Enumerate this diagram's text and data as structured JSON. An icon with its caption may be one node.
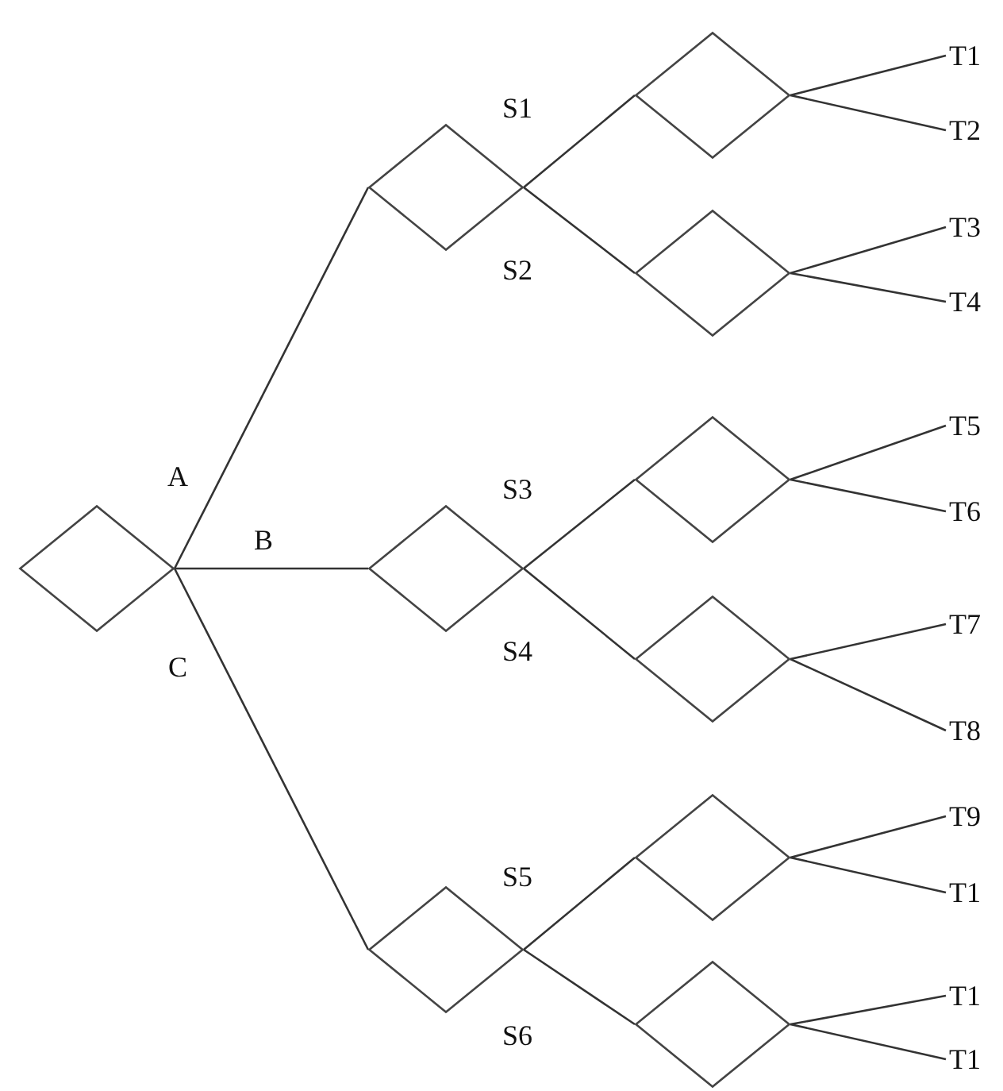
{
  "diagram": {
    "nodes": [
      {
        "text": [],
        "shape": "diamond"
      },
      {
        "text": [],
        "shape": "diamond"
      },
      {
        "text": [],
        "shape": "diamond"
      },
      {
        "text": [],
        "shape": "diamond"
      },
      {
        "text": [],
        "shape": "diamond"
      },
      {
        "text": [],
        "shape": "diamond"
      },
      {
        "text": [],
        "shape": "diamond"
      },
      {
        "text": [],
        "shape": "diamond"
      },
      {
        "text": [],
        "shape": "diamond"
      },
      {
        "text": [],
        "shape": "diamond"
      },
      {
        "text": [
          "T1"
        ]
      },
      {
        "text": [
          "T2"
        ]
      },
      {
        "text": [
          "T3"
        ]
      },
      {
        "text": [
          "T4"
        ]
      },
      {
        "text": [
          "T5"
        ]
      },
      {
        "text": [
          "T6"
        ]
      },
      {
        "text": [
          "T7"
        ]
      },
      {
        "text": [
          "T8"
        ]
      },
      {
        "text": [
          "T9"
        ]
      },
      {
        "text": [
          "T1"
        ]
      },
      {
        "text": [
          "T1"
        ]
      },
      {
        "text": [
          "T1"
        ]
      }
    ],
    "edges": [
      {
        "from": 0,
        "to": 1,
        "arrow": "none",
        "label": "A"
      },
      {
        "from": 0,
        "to": 2,
        "arrow": "none",
        "label": "B"
      },
      {
        "from": 0,
        "to": 3,
        "arrow": "none",
        "label": "C"
      },
      {
        "from": 1,
        "to": 4,
        "arrow": "none",
        "label": "S1"
      },
      {
        "from": 1,
        "to": 5,
        "arrow": "none",
        "label": "S2"
      },
      {
        "from": 2,
        "to": 6,
        "arrow": "none",
        "label": "S3"
      },
      {
        "from": 2,
        "to": 7,
        "arrow": "none",
        "label": "S4"
      },
      {
        "from": 3,
        "to": 8,
        "arrow": "none",
        "label": "S5"
      },
      {
        "from": 3,
        "to": 9,
        "arrow": "none",
        "label": "S6"
      },
      {
        "from": 4,
        "to": 10,
        "arrow": "none"
      },
      {
        "from": 4,
        "to": 11,
        "arrow": "none"
      },
      {
        "from": 5,
        "to": 12,
        "arrow": "none"
      },
      {
        "from": 5,
        "to": 13,
        "arrow": "none"
      },
      {
        "from": 6,
        "to": 14,
        "arrow": "none"
      },
      {
        "from": 6,
        "to": 15,
        "arrow": "none"
      },
      {
        "from": 7,
        "to": 16,
        "arrow": "none"
      },
      {
        "from": 7,
        "to": 17,
        "arrow": "none"
      },
      {
        "from": 8,
        "to": 18,
        "arrow": "none"
      },
      {
        "from": 8,
        "to": 19,
        "arrow": "none"
      },
      {
        "from": 9,
        "to": 20,
        "arrow": "none"
      },
      {
        "from": 9,
        "to": 21,
        "arrow": "none"
      }
    ]
  }
}
